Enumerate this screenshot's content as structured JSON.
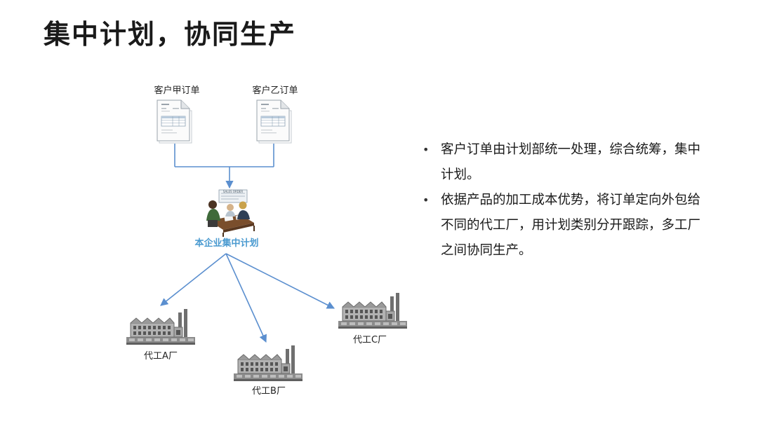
{
  "title": "集中计划，协同生产",
  "diagram": {
    "order_a": {
      "label": "客户甲订单"
    },
    "order_b": {
      "label": "客户乙订单"
    },
    "planning": {
      "label": "本企业集中计划",
      "sign_text": "SALES ORDER"
    },
    "factory_a": {
      "label": "代工A厂"
    },
    "factory_b": {
      "label": "代工B厂"
    },
    "factory_c": {
      "label": "代工C厂"
    }
  },
  "bullets": [
    "客户订单由计划部统一处理，综合统筹，集中计划。",
    "依据产品的加工成本优势，将订单定向外包给不同的代工厂，用计划类别分开跟踪，多工厂之间协同生产。"
  ],
  "colors": {
    "connector": "#5b8fcf",
    "planning_label": "#4a9ad0",
    "factory": "#7a7a7a"
  }
}
